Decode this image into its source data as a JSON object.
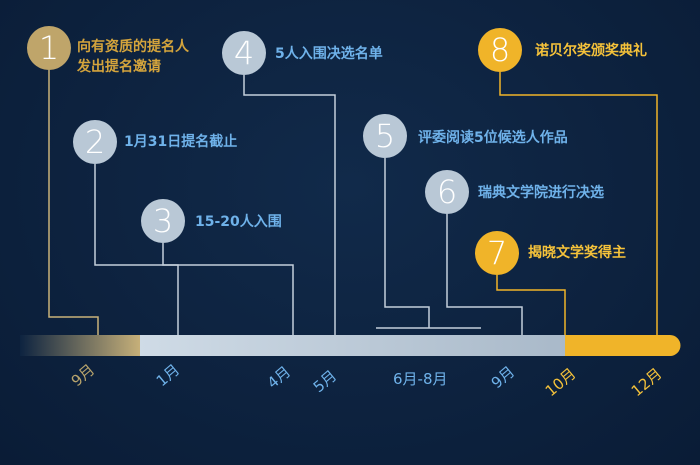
{
  "colors": {
    "background": "#0d2340",
    "gold": "#bfa56a",
    "steel": "#b9c8d6",
    "yellow": "#f0b429",
    "blue_text": "#6fb2ea"
  },
  "steps": [
    {
      "number": "1",
      "text_line1": "向有资质的提名人",
      "text_line2": "发出提名邀请"
    },
    {
      "number": "2",
      "text": "1月31日提名截止"
    },
    {
      "number": "3",
      "text": "15-20人入围"
    },
    {
      "number": "4",
      "text": "5人入围决选名单"
    },
    {
      "number": "5",
      "text": "评委阅读5位候选人作品"
    },
    {
      "number": "6",
      "text": "瑞典文学院进行决选"
    },
    {
      "number": "7",
      "text": "揭晓文学奖得主"
    },
    {
      "number": "8",
      "text": "诺贝尔奖颁奖典礼"
    }
  ],
  "months": [
    "9月",
    "1月",
    "4月",
    "5月",
    "6月-8月",
    "9月",
    "10月",
    "12月"
  ]
}
